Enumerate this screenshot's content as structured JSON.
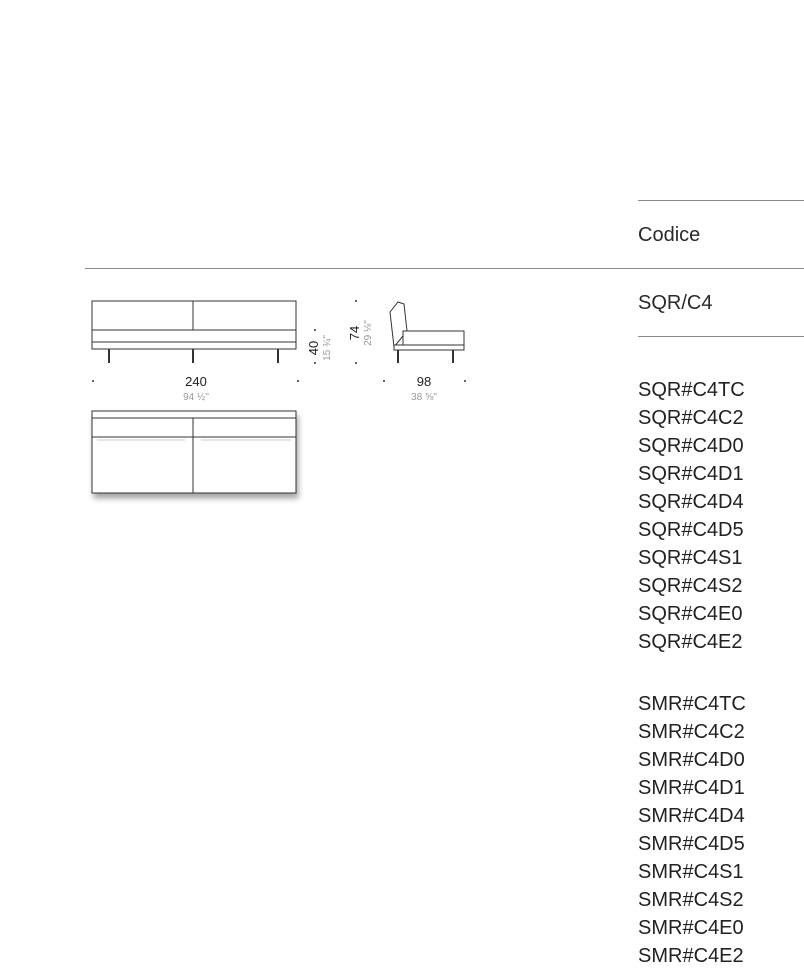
{
  "table": {
    "header": "Codice",
    "model_code": "SQR/C4"
  },
  "dimensions": {
    "width_cm": "240",
    "width_in": "94 ½\"",
    "seat_height_cm": "40",
    "seat_height_in": "15 ¾\"",
    "height_cm": "74",
    "height_in": "29 ⅛\"",
    "depth_cm": "98",
    "depth_in": "38 ⅝\""
  },
  "codes_group_1": [
    "SQR#C4TC",
    "SQR#C4C2",
    "SQR#C4D0",
    "SQR#C4D1",
    "SQR#C4D4",
    "SQR#C4D5",
    "SQR#C4S1",
    "SQR#C4S2",
    "SQR#C4E0",
    "SQR#C4E2"
  ],
  "codes_group_2": [
    "SMR#C4TC",
    "SMR#C4C2",
    "SMR#C4D0",
    "SMR#C4D1",
    "SMR#C4D4",
    "SMR#C4D5",
    "SMR#C4S1",
    "SMR#C4S2",
    "SMR#C4E0",
    "SMR#C4E2"
  ]
}
